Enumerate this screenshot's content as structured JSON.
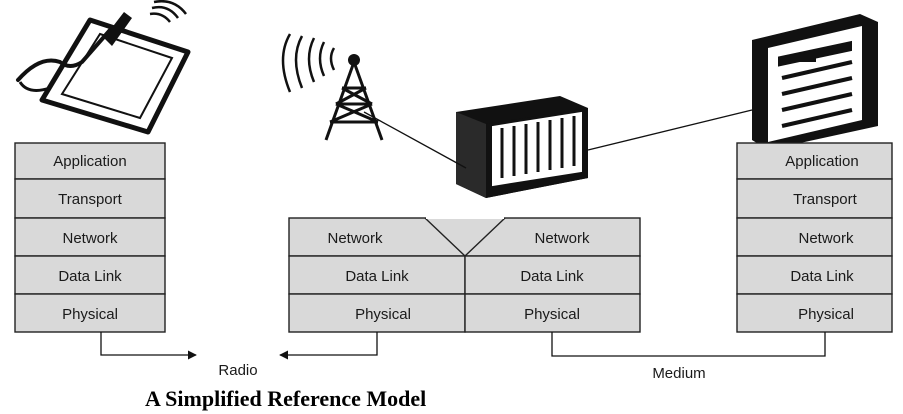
{
  "left_host": {
    "layers": [
      "Application",
      "Transport",
      "Network",
      "Data Link",
      "Physical"
    ]
  },
  "router": {
    "left_layers": [
      "Network",
      "Data Link",
      "Physical"
    ],
    "right_layers": [
      "Network",
      "Data Link",
      "Physical"
    ]
  },
  "right_host": {
    "layers": [
      "Application",
      "Transport",
      "Network",
      "Data Link",
      "Physical"
    ]
  },
  "links": {
    "radio": "Radio",
    "medium": "Medium"
  },
  "caption": "A Simplified Reference Model",
  "icons": [
    "tablet-with-pen-icon",
    "radio-tower-icon",
    "router-rack-icon",
    "server-tower-icon"
  ]
}
